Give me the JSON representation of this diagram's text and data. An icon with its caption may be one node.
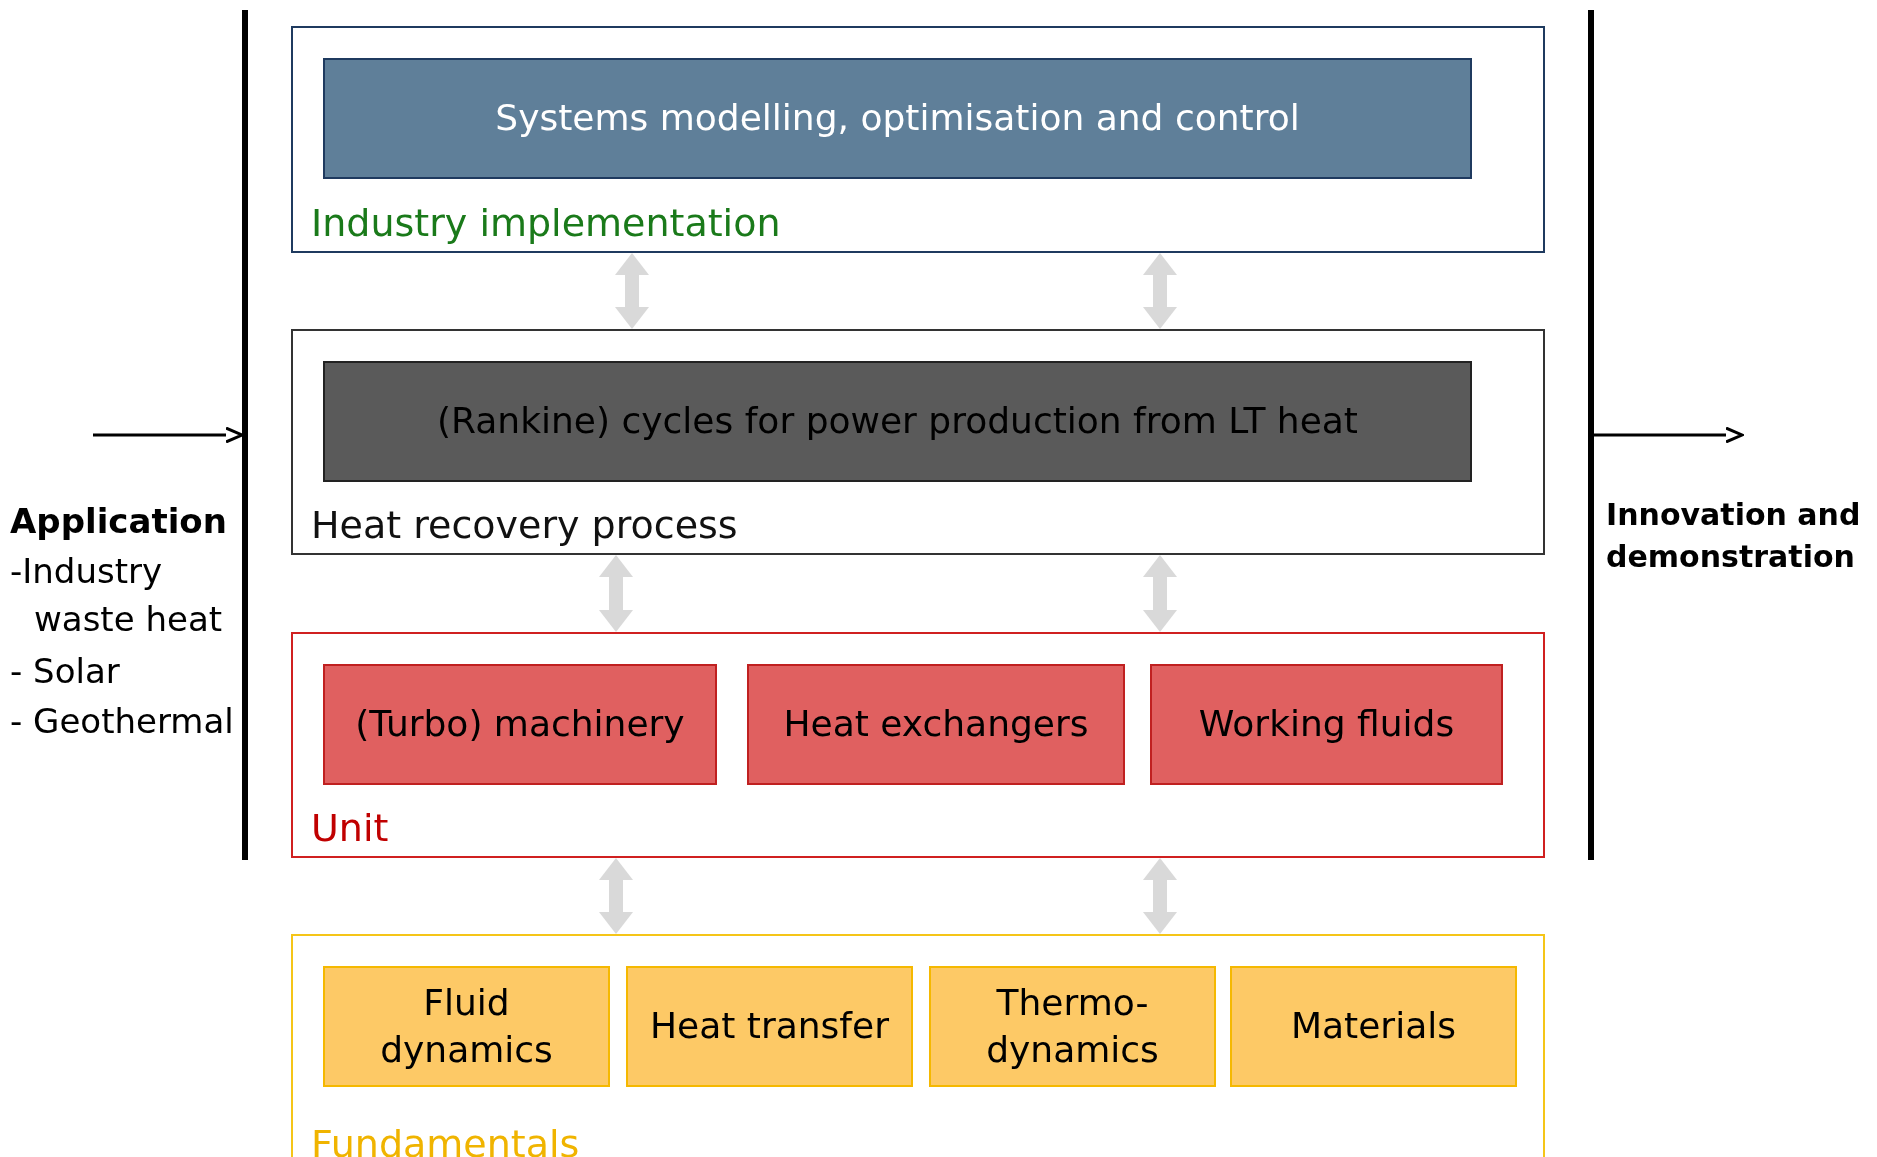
{
  "diagram": {
    "nodes": [
      {
        "text": [
          "Industry implementation"
        ]
      },
      {
        "text": [
          "Systems modelling, optimisation and control"
        ],
        "in": 0
      },
      {
        "text": [
          "Heat recovery process"
        ]
      },
      {
        "text": [
          "(Rankine) cycles for power production from LT heat"
        ],
        "in": 2
      },
      {
        "text": [
          "Unit"
        ]
      },
      {
        "text": [
          "(Turbo) machinery"
        ],
        "in": 4
      },
      {
        "text": [
          "Heat exchangers"
        ],
        "in": 4
      },
      {
        "text": [
          "Working fluids"
        ],
        "in": 4
      },
      {
        "text": [
          "Fundamentals"
        ]
      },
      {
        "text": [
          "Fluid dynamics"
        ],
        "in": 8
      },
      {
        "text": [
          "Heat transfer"
        ],
        "in": 8
      },
      {
        "text": [
          "Thermo- dynamics"
        ],
        "in": 8
      },
      {
        "text": [
          "Materials"
        ],
        "in": 8
      },
      {
        "text": [],
        "shape": "bar"
      },
      {
        "text": [],
        "shape": "bar"
      }
    ],
    "edges": [
      {
        "from": null,
        "to": 13,
        "arrow": "to",
        "color": "#000000"
      },
      {
        "from": 14,
        "to": null,
        "arrow": "to",
        "color": "#000000"
      },
      {
        "from": 0,
        "to": 2,
        "arrow": "both"
      },
      {
        "from": 0,
        "to": 2,
        "arrow": "both"
      },
      {
        "from": 2,
        "to": 4,
        "arrow": "both"
      },
      {
        "from": 2,
        "to": 4,
        "arrow": "both"
      },
      {
        "from": 4,
        "to": 8,
        "arrow": "both"
      },
      {
        "from": 4,
        "to": 8,
        "arrow": "both"
      }
    ],
    "labels": [
      "Application",
      "-Industry waste heat",
      "- Solar",
      "- Geothermal",
      "Innovation and demonstration"
    ]
  }
}
